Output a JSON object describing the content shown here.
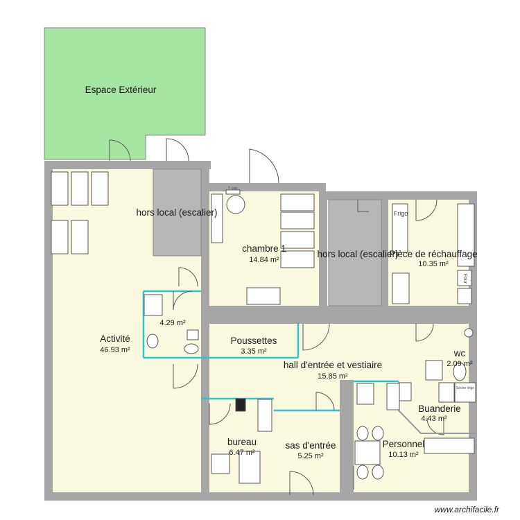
{
  "rooms": {
    "exterieur": {
      "name": "Espace Extérieur"
    },
    "hors_local_1": {
      "name": "hors local (escalier)"
    },
    "chambre": {
      "name": "chambre 1",
      "area": "14.84 m²"
    },
    "hors_local_2": {
      "name": "hors local (escalier)"
    },
    "rechauffage": {
      "name": "Pièce de réchauffage",
      "area": "10.35 m²"
    },
    "activite": {
      "name": "Activité",
      "area": "46.93 m²"
    },
    "sanitaire": {
      "area": "4.29 m²"
    },
    "poussettes": {
      "name": "Poussettes",
      "area": "3.35 m²"
    },
    "hall": {
      "name": "hall d'entrée et vestiaire",
      "area": "15.85 m²"
    },
    "wc": {
      "name": "wc",
      "area": "2.09 m²"
    },
    "buanderie": {
      "name": "Buanderie",
      "area": "4.43 m²"
    },
    "bureau": {
      "name": "bureau",
      "area": "6.47 m²"
    },
    "sas": {
      "name": "sas d'entrée",
      "area": "5.25 m²"
    },
    "personnel": {
      "name": "Personnel",
      "area": "10.13 m²"
    }
  },
  "fixtures": {
    "frigo": "Frigo",
    "four": "Four",
    "tcalo": "T calo",
    "seche_linge": "Sèche linge"
  },
  "watermark": "www.archifacile.fr",
  "colors": {
    "floor": "#fbf8e0",
    "wall": "#a6a6a6",
    "exterior": "#a6e4a2",
    "stair": "#b7b7b7",
    "partition": "#2ec3d3",
    "furniture_stroke": "#444444"
  }
}
